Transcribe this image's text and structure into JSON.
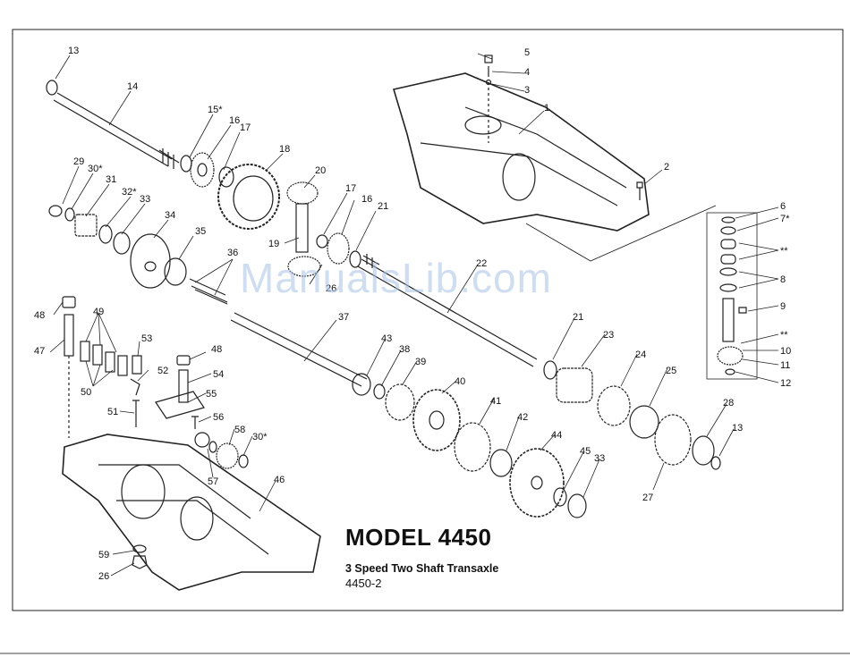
{
  "diagram": {
    "title": "MODEL 4450",
    "subtitle": "3 Speed Two Shaft Transaxle",
    "figure_code": "4450-2",
    "watermark": "ManualsLib.com"
  },
  "callouts": [
    "13",
    "14",
    "15*",
    "16",
    "17",
    "18",
    "20",
    "19",
    "29",
    "30*",
    "31",
    "32*",
    "33",
    "34",
    "35",
    "36",
    "17",
    "16",
    "21",
    "22",
    "26",
    "5",
    "4",
    "3",
    "1",
    "2",
    "6",
    "7*",
    "**",
    "8",
    "9",
    "**",
    "10",
    "11",
    "12",
    "48",
    "47",
    "49",
    "53",
    "50",
    "52",
    "48",
    "54",
    "55",
    "51",
    "56",
    "58",
    "30*",
    "57",
    "37",
    "43",
    "38",
    "39",
    "40",
    "41",
    "42",
    "44",
    "45",
    "33",
    "21",
    "23",
    "24",
    "25",
    "28",
    "13",
    "27",
    "46",
    "59",
    "26"
  ]
}
